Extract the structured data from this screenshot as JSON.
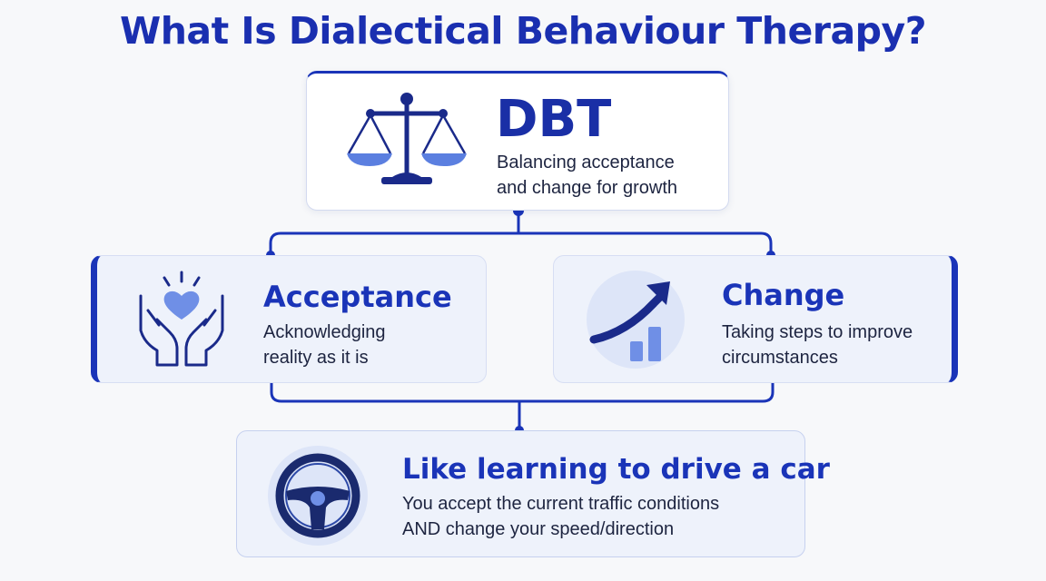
{
  "title": "What Is Dialectical Behaviour Therapy?",
  "dbt": {
    "heading": "DBT",
    "lines": [
      "Balancing acceptance",
      "and change for growth"
    ],
    "icon": "scales-icon"
  },
  "acceptance": {
    "heading": "Acceptance",
    "lines": [
      "Acknowledging",
      "reality as it is"
    ],
    "icon": "hands-heart-icon"
  },
  "change": {
    "heading": "Change",
    "lines": [
      "Taking steps to improve",
      "circumstances"
    ],
    "icon": "growth-arrow-icon"
  },
  "analogy": {
    "heading": "Like learning to drive a car",
    "lines": [
      "You accept the current traffic conditions",
      "AND change your speed/direction"
    ],
    "icon": "steering-wheel-icon"
  },
  "colors": {
    "accent": "#1a34b8",
    "card_fill": "#eef2fb",
    "icon_light": "#5b7fe0"
  }
}
